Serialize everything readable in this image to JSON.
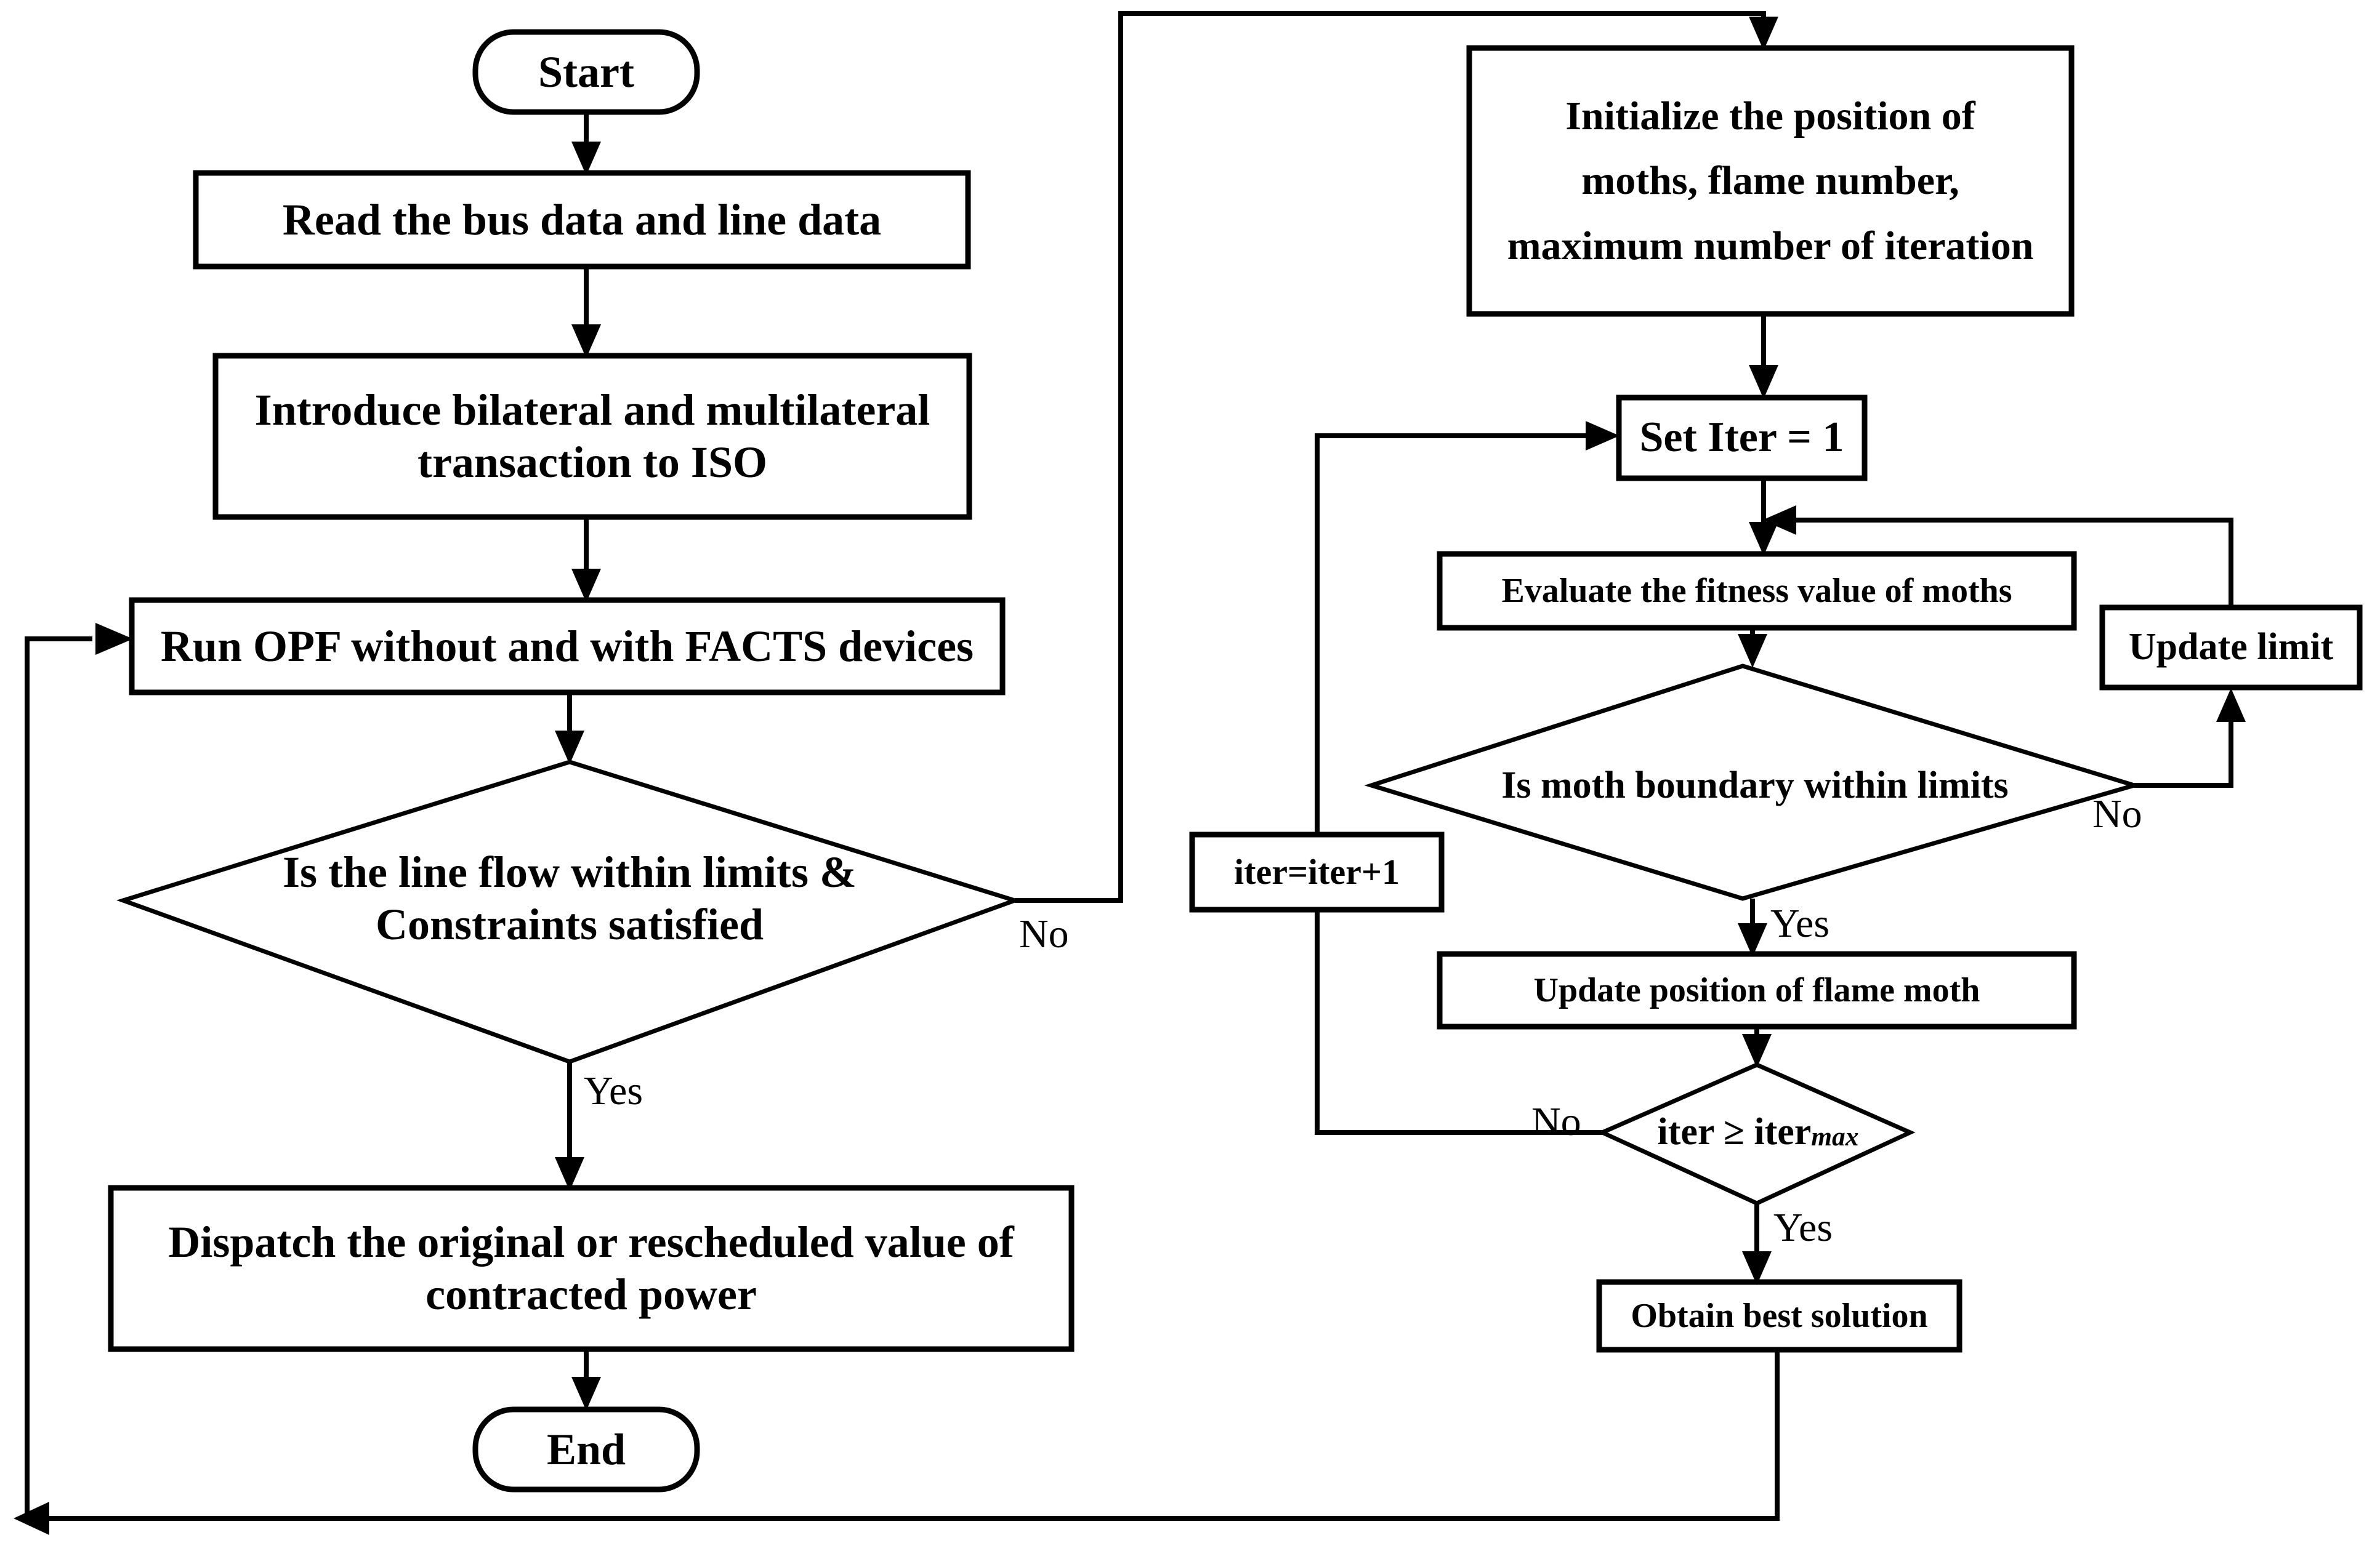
{
  "diagram": {
    "title": "OPF with FACTS devices and Moth Flame Optimization flowchart",
    "stroke_color": "#000000",
    "fill_color": "#ffffff"
  },
  "nodes": {
    "start": {
      "label": "Start",
      "shape": "terminator"
    },
    "read_data": {
      "label": "Read the bus data and line data",
      "shape": "process"
    },
    "introduce": {
      "label": "Introduce bilateral and multilateral\ntransaction to ISO",
      "shape": "process"
    },
    "run_opf": {
      "label": "Run OPF without and with FACTS devices",
      "shape": "process"
    },
    "line_flow_check": {
      "label": "Is the line flow within limits &\nConstraints satisfied",
      "shape": "decision"
    },
    "dispatch": {
      "label": "Dispatch the original or rescheduled value of\ncontracted power",
      "shape": "process"
    },
    "end": {
      "label": "End",
      "shape": "terminator"
    },
    "initialize": {
      "label": "Initialize the position of\nmoths, flame number,\nmaximum number of iteration",
      "shape": "process"
    },
    "set_iter": {
      "label": "Set Iter = 1",
      "shape": "process"
    },
    "evaluate_fitness": {
      "label": "Evaluate the fitness value of moths",
      "shape": "process"
    },
    "moth_boundary_check": {
      "label": "Is moth boundary within limits",
      "shape": "decision"
    },
    "update_limit": {
      "label": "Update limit",
      "shape": "process"
    },
    "update_position": {
      "label": "Update position of flame moth",
      "shape": "process"
    },
    "iter_increment": {
      "label": "iter=iter+1",
      "shape": "process"
    },
    "iter_max_check": {
      "label_prefix": "iter ≥ iter",
      "label_sub": "max",
      "shape": "decision"
    },
    "obtain_best": {
      "label": "Obtain best solution",
      "shape": "process"
    }
  },
  "edge_labels": {
    "line_flow_no": "No",
    "line_flow_yes": "Yes",
    "moth_boundary_no": "No",
    "moth_boundary_yes": "Yes",
    "iter_max_no": "No",
    "iter_max_yes": "Yes"
  }
}
